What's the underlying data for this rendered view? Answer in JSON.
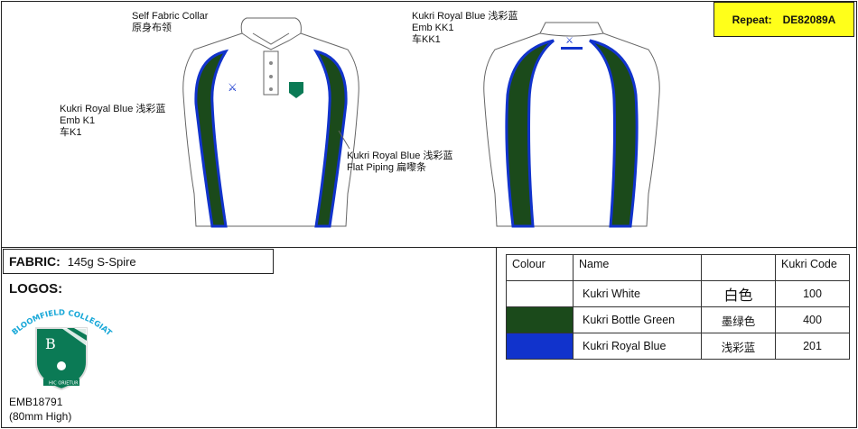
{
  "repeat": {
    "label": "Repeat:",
    "code": "DE82089A"
  },
  "annotations": {
    "collar": {
      "line1": "Self Fabric Collar",
      "line2": "原身布领"
    },
    "back_logo": {
      "line1": "Kukri Royal Blue   浅彩蓝",
      "line2": "Emb KK1",
      "line3": "车KK1"
    },
    "front_logo": {
      "line1": "Kukri Royal Blue   浅彩蓝",
      "line2": "Emb K1",
      "line3": "车K1"
    },
    "piping": {
      "line1": "Kukri Royal Blue   浅彩蓝",
      "line2": "Flat Piping   扁嚟条"
    }
  },
  "fabric": {
    "label": "FABRIC:",
    "value": "145g S-Spire"
  },
  "logos": {
    "title": "LOGOS:",
    "school_name": "BLOOMFIELD COLLEGIATE",
    "motto": "HIC ORIETUR",
    "emb_code": "EMB18791",
    "emb_size": "(80mm High)"
  },
  "colour_table": {
    "headers": [
      "Colour",
      "Name",
      "",
      "Kukri Code"
    ],
    "rows": [
      {
        "swatch": "#ffffff",
        "name": "Kukri White",
        "chinese": "白色",
        "code": "100"
      },
      {
        "swatch": "#1b4a1b",
        "name": "Kukri Bottle Green",
        "chinese": "墨绿色",
        "code": "400"
      },
      {
        "swatch": "#1133cc",
        "name": "Kukri Royal Blue",
        "chinese": "浅彩蓝",
        "code": "201"
      }
    ]
  },
  "colors": {
    "green": "#1b4a1b",
    "blue": "#1133cc",
    "yellow": "#ffff1a"
  }
}
